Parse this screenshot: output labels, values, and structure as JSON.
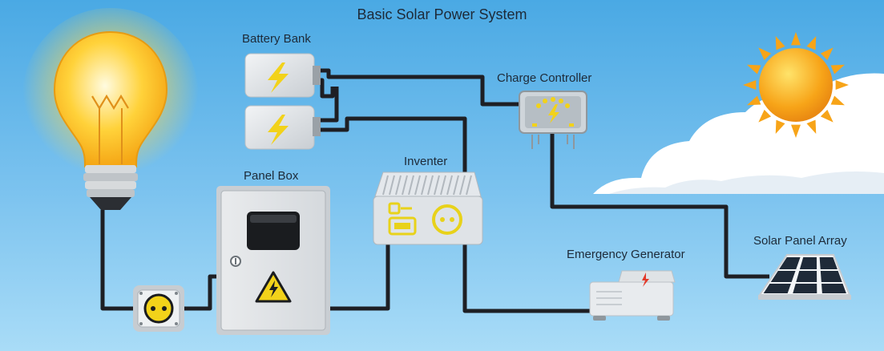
{
  "title": "Basic Solar Power System",
  "labels": {
    "battery_bank": "Battery Bank",
    "charge_controller": "Charge Controller",
    "inverter": "Inventer",
    "panel_box": "Panel Box",
    "emergency_generator": "Emergency Generator",
    "solar_panel_array": "Solar Panel Array"
  },
  "colors": {
    "sky_top": "#4aa9e4",
    "sky_bottom": "#a9dcf7",
    "wire": "#1e1f24",
    "accent_yellow": "#f2d21a",
    "sun": "#f7a418",
    "bulb_glow": "#ffd84a"
  },
  "icons": [
    "light-bulb-icon",
    "sun-icon",
    "cloud-icon",
    "battery-icon",
    "charge-controller-icon",
    "inverter-icon",
    "panel-box-icon",
    "power-socket-icon",
    "generator-icon",
    "solar-panel-icon",
    "lightning-bolt-icon",
    "warning-triangle-icon"
  ]
}
